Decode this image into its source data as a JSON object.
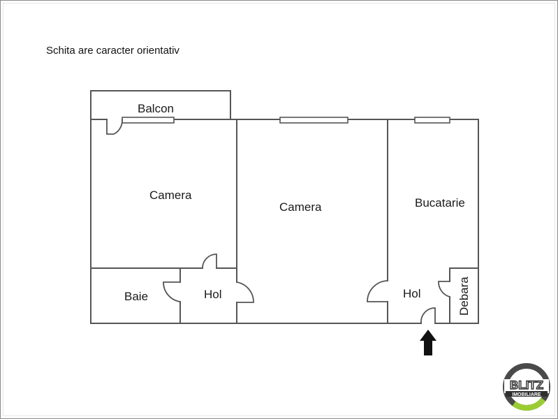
{
  "header": {
    "note": "Schita are caracter orientativ"
  },
  "rooms": [
    {
      "id": "balcon",
      "label": "Balcon"
    },
    {
      "id": "camera-1",
      "label": "Camera"
    },
    {
      "id": "camera-2",
      "label": "Camera"
    },
    {
      "id": "bucatarie",
      "label": "Bucatarie"
    },
    {
      "id": "baie",
      "label": "Baie"
    },
    {
      "id": "hol-1",
      "label": "Hol"
    },
    {
      "id": "hol-2",
      "label": "Hol"
    },
    {
      "id": "debara",
      "label": "Debara"
    }
  ],
  "entrance": {
    "icon": "entrance-arrow-icon"
  },
  "logo": {
    "brand": "BLITZ",
    "subtitle": "IMOBILIARE",
    "colors": {
      "ring_dark": "#4a4a4a",
      "ring_accent": "#9acd32",
      "text": "#ffffff",
      "text_stroke": "#333333"
    }
  },
  "colors": {
    "wall": "#555555",
    "background": "#ffffff",
    "text": "#1a1a1a"
  }
}
